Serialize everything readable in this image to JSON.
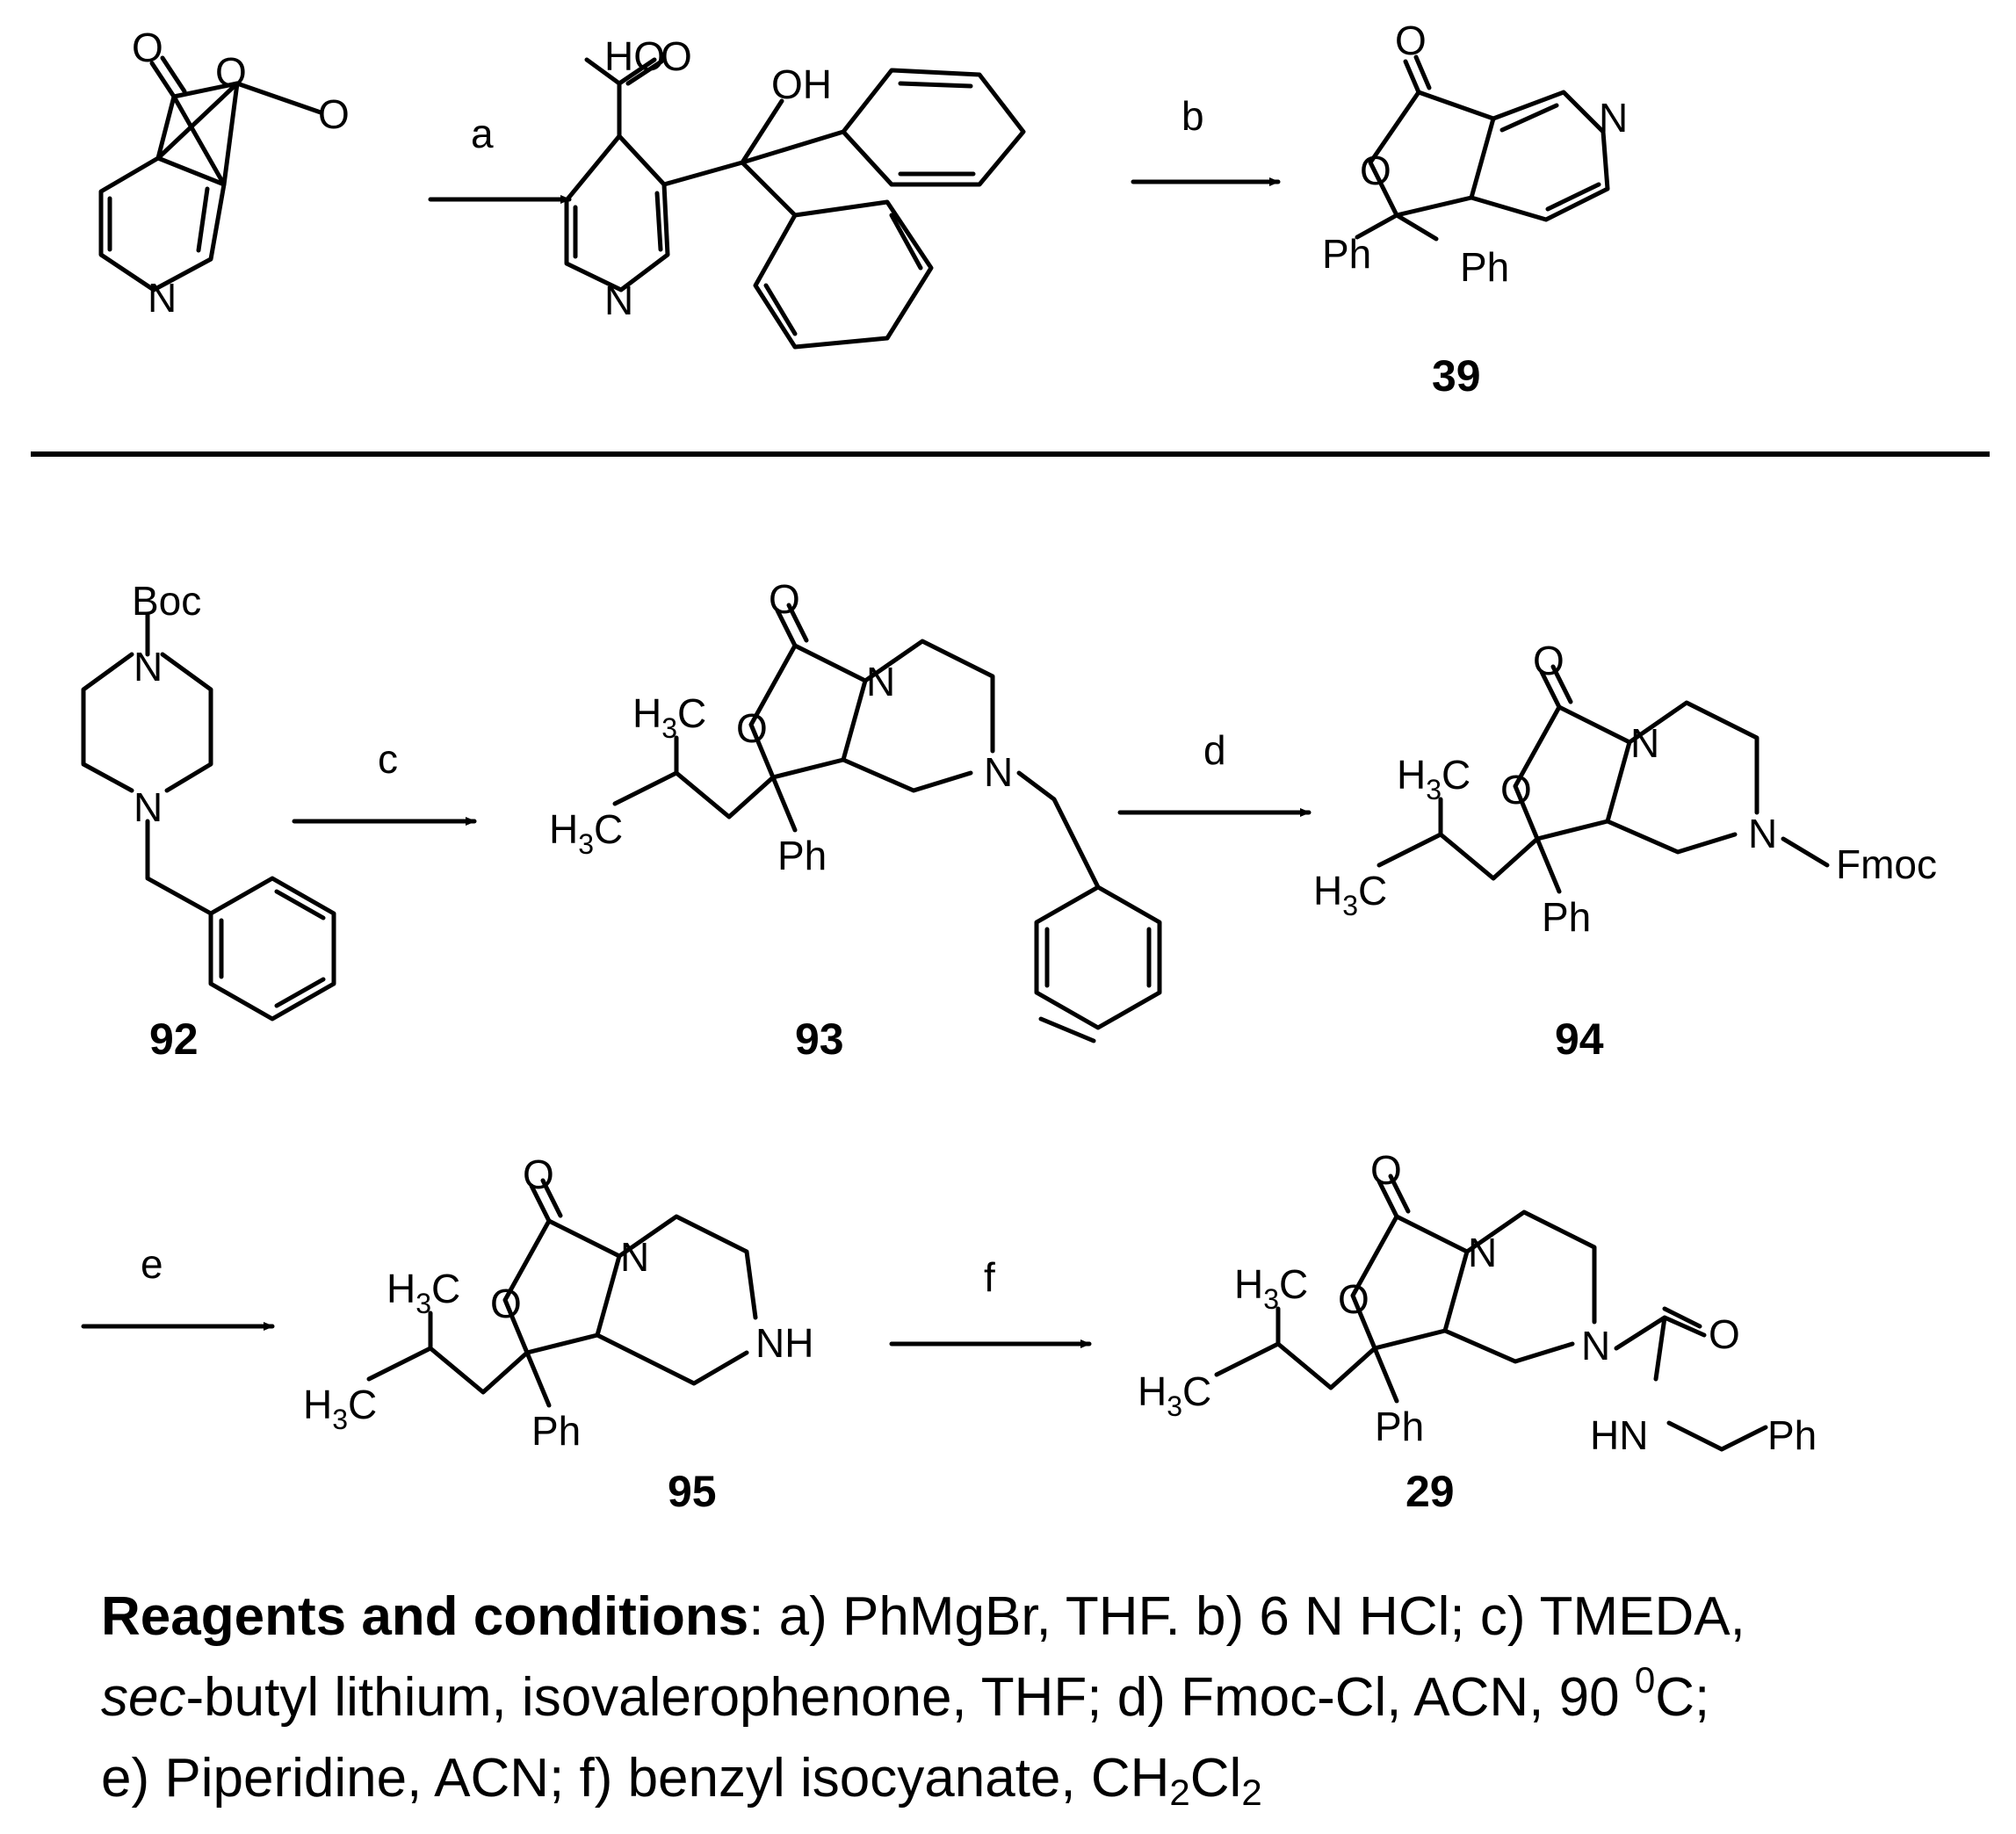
{
  "atoms": {
    "O": "O",
    "N": "N",
    "HO": "HO",
    "OH": "OH",
    "Ph": "Ph",
    "NH": "NH",
    "HN": "HN",
    "Boc": "Boc",
    "Fmoc": "Fmoc",
    "H": "H",
    "C": "C",
    "sub3": "3"
  },
  "steps": [
    "a",
    "b",
    "c",
    "d",
    "e",
    "f"
  ],
  "compounds": [
    "39",
    "92",
    "93",
    "94",
    "95",
    "29"
  ],
  "conditions": {
    "heading": "Reagents and conditions",
    "sep": ":",
    "line1": " a) PhMgBr, THF. b) 6 N HCl; c) TMEDA,",
    "line2_italic": "sec",
    "line2_a": "-butyl lithium, isovalerophenone, THF; d) Fmoc-Cl, ACN, 90 ",
    "line2_sup": "0",
    "line2_b": "C;",
    "line3_a": "e) Piperidine, ACN; f) benzyl isocyanate, CH",
    "line3_sub1": "2",
    "line3_b": "Cl",
    "line3_sub2": "2"
  }
}
